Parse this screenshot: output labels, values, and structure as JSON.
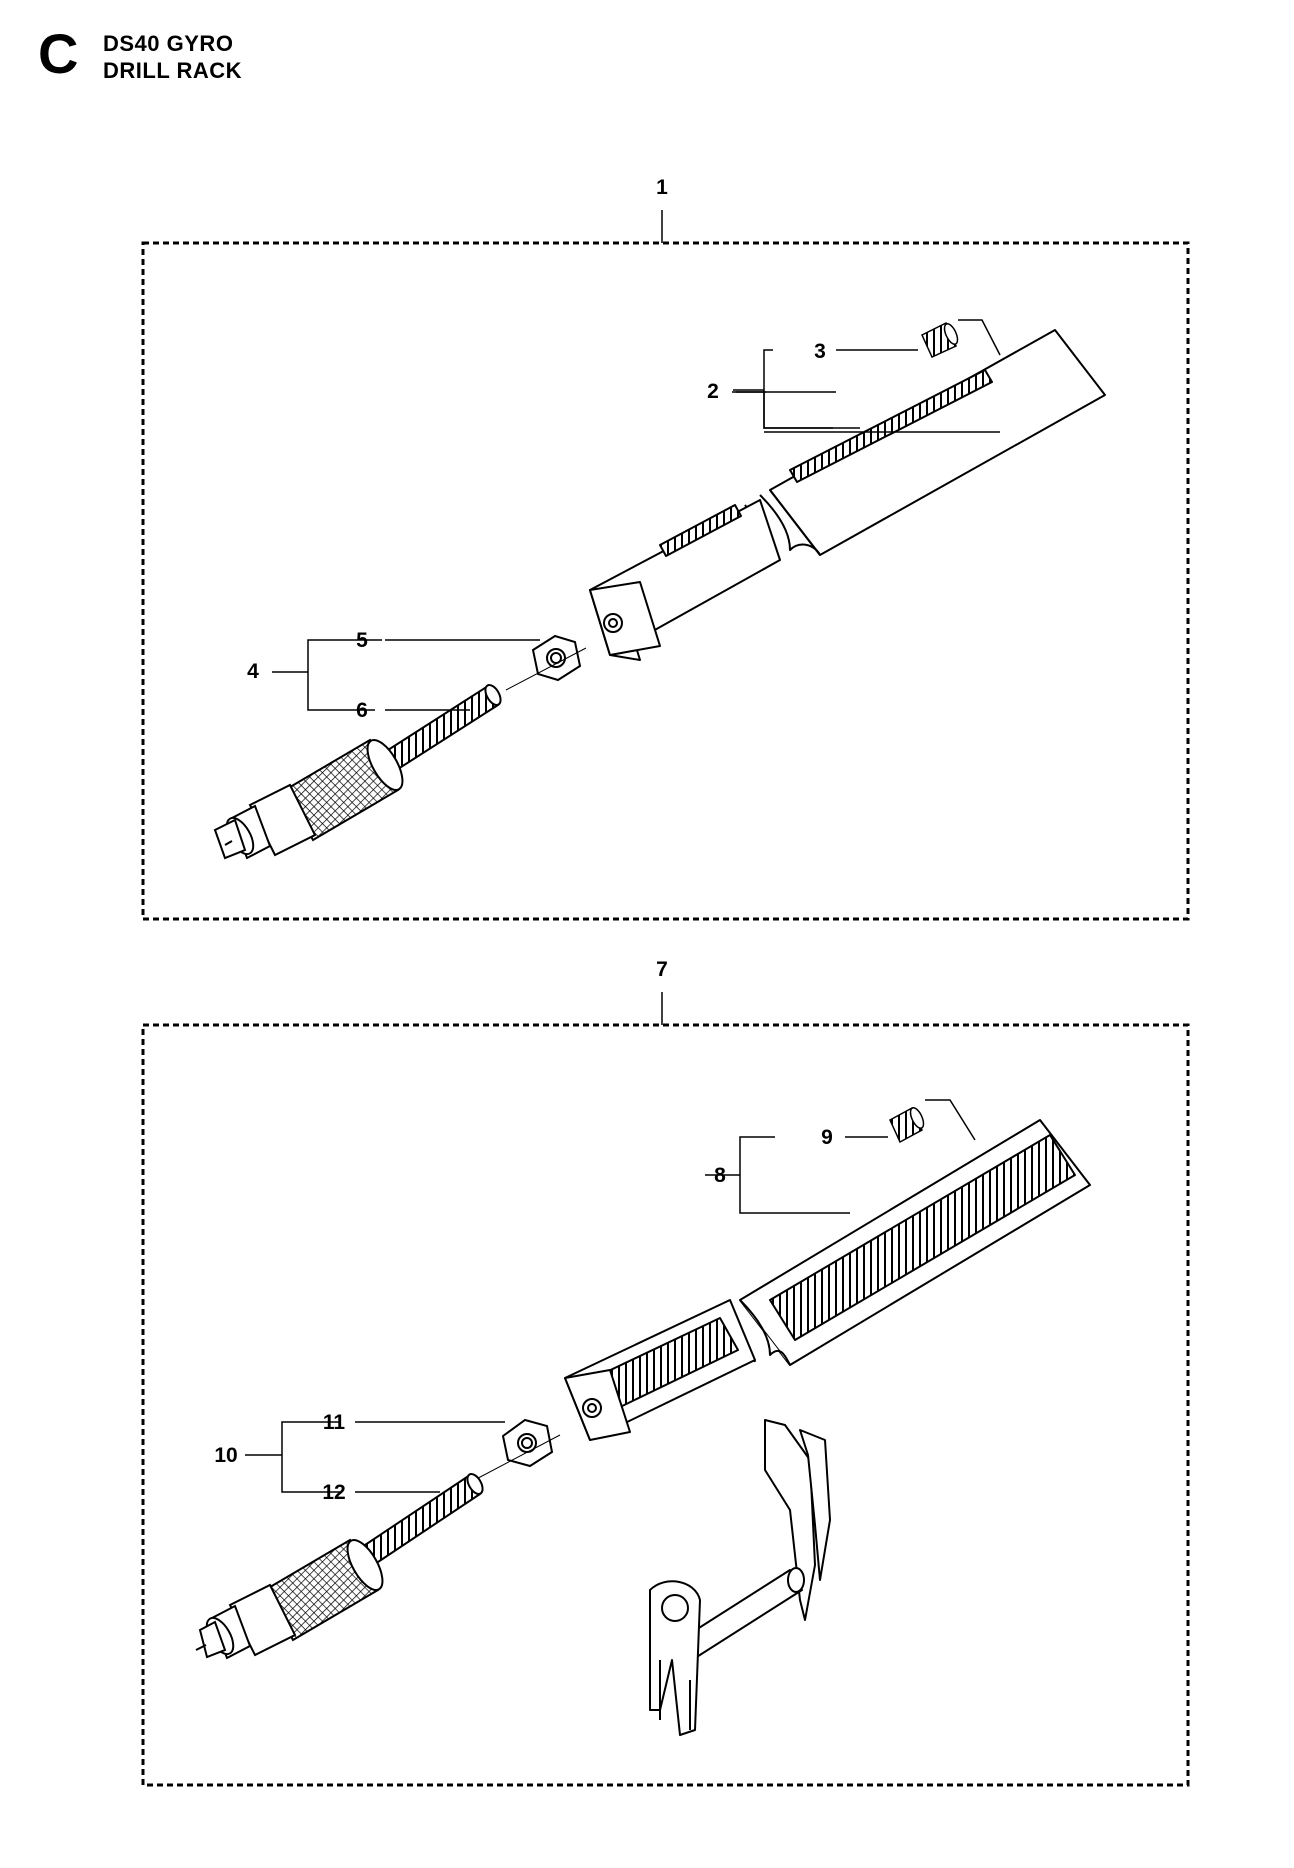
{
  "header": {
    "section_letter": "C",
    "model": "DS40 GYRO",
    "title": "DRILL RACK"
  },
  "callouts": {
    "c1": "1",
    "c2": "2",
    "c3": "3",
    "c4": "4",
    "c5": "5",
    "c6": "6",
    "c7": "7",
    "c8": "8",
    "c9": "9",
    "c10": "10",
    "c11": "11",
    "c12": "12"
  }
}
